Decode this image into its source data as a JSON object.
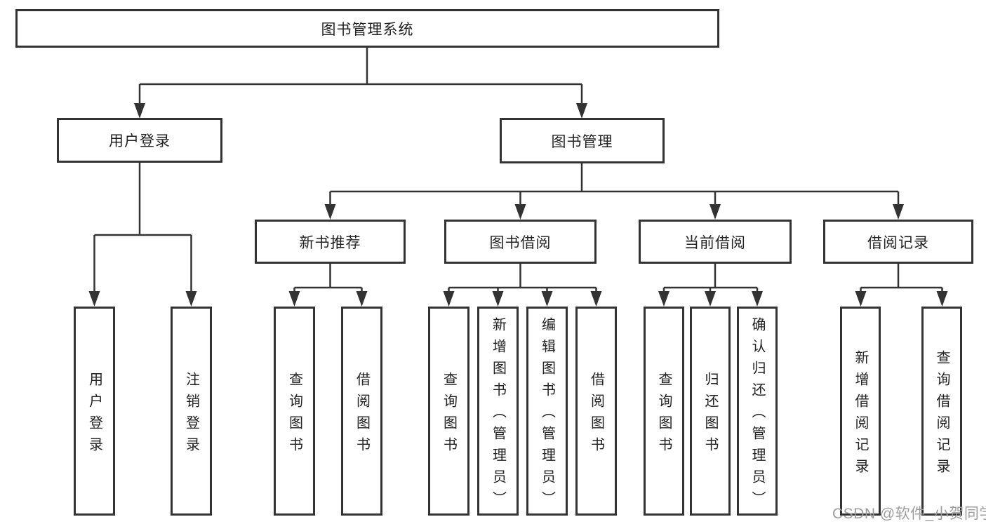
{
  "tree": {
    "root": {
      "label": "图书管理系统"
    },
    "level2": [
      {
        "label": "用户登录"
      },
      {
        "label": "图书管理"
      }
    ],
    "level3": [
      {
        "label": "新书推荐"
      },
      {
        "label": "图书借阅"
      },
      {
        "label": "当前借阅"
      },
      {
        "label": "借阅记录"
      }
    ],
    "leaves": {
      "user_login": [
        {
          "label": "用户登录"
        },
        {
          "label": "注销登录"
        }
      ],
      "new_book_recommend": [
        {
          "label": "查询图书"
        },
        {
          "label": "借阅图书"
        }
      ],
      "book_borrow": [
        {
          "label": "查询图书"
        },
        {
          "label": "新增图书（管理员）"
        },
        {
          "label": "编辑图书（管理员）"
        },
        {
          "label": "借阅图书"
        }
      ],
      "current_borrow": [
        {
          "label": "查询图书"
        },
        {
          "label": "归还图书"
        },
        {
          "label": "确认归还（管理员）"
        }
      ],
      "borrow_records": [
        {
          "label": "新增借阅记录"
        },
        {
          "label": "查询借阅记录"
        }
      ]
    }
  },
  "watermark": {
    "text": "CSDN @软件_小贺同学",
    "color": "#9d9d9d"
  },
  "colors": {
    "line": "#333333",
    "box_border": "#333333",
    "box_background": "#ffffff",
    "text": "#222222",
    "page_background": "#ffffff"
  }
}
